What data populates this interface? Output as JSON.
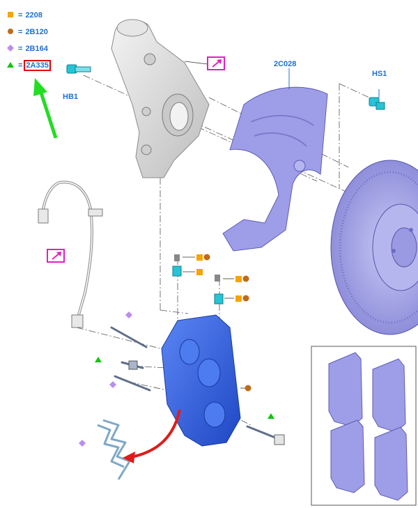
{
  "legend": [
    {
      "symbol": "square",
      "color": "#f5a400",
      "code": "2208",
      "highlighted": false
    },
    {
      "symbol": "circle",
      "color": "#c06a1a",
      "code": "2B120",
      "highlighted": false
    },
    {
      "symbol": "diamond",
      "color": "#b98ef0",
      "code": "2B164",
      "highlighted": false
    },
    {
      "symbol": "triangle",
      "color": "#12c412",
      "code": "2A335",
      "highlighted": true
    }
  ],
  "parts": {
    "hb1": "HB1",
    "hs1": "HS1",
    "dust_shield": "2C028"
  },
  "colors": {
    "label_blue": "#1f6fd1",
    "highlight_red": "#e00000",
    "arrow_green": "#22dd22",
    "arrow_red": "#e01b1b",
    "link_magenta": "#e020c0",
    "caliper_blue": "#2c5bde",
    "lavender": "#9e9ee8",
    "bolt_cyan": "#25c4d6",
    "knuckle_gray": "#d9d9d9"
  },
  "icons": [
    "link-arrow-icon",
    "link-arrow-icon"
  ]
}
